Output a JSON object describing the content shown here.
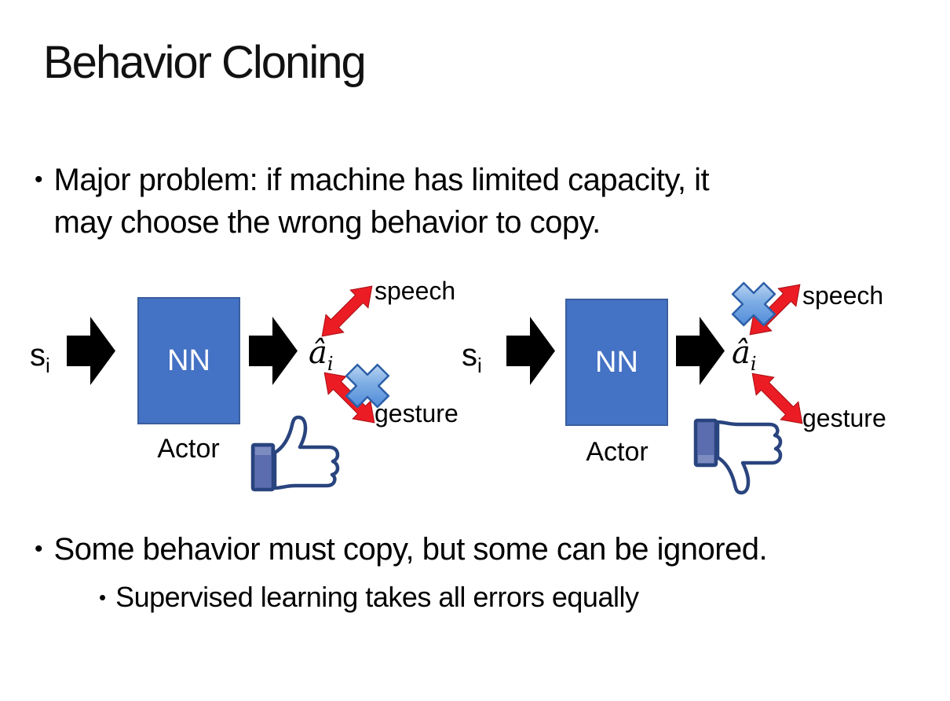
{
  "slide": {
    "title": "Behavior Cloning",
    "bullets": {
      "marker": "•",
      "main1_line1": "Major problem: if machine has limited capacity, it",
      "main1_line2": "may choose the wrong behavior to copy.",
      "main2": "Some behavior must copy, but some can be ignored.",
      "sub": "Supervised learning takes all errors equally"
    }
  },
  "diagram_left": {
    "input_base": "s",
    "input_sub": "i",
    "nn_label": "NN",
    "output_base": "â",
    "output_sub": "i",
    "actor_label": "Actor",
    "speech_label": "speech",
    "gesture_label": "gesture",
    "crossed_out": "gesture",
    "feedback_icon": "thumbs-up-icon",
    "cross_icon": "blue-cross-icon"
  },
  "diagram_right": {
    "input_base": "s",
    "input_sub": "i",
    "nn_label": "NN",
    "output_base": "â",
    "output_sub": "i",
    "actor_label": "Actor",
    "speech_label": "speech",
    "gesture_label": "gesture",
    "crossed_out": "speech",
    "feedback_icon": "thumbs-down-icon",
    "cross_icon": "blue-cross-icon"
  },
  "colors": {
    "background": "#FFFFFF",
    "text": "#000000",
    "nn_box_fill": "#4472C4",
    "nn_box_border": "#3A5F9E",
    "flow_arrow_black": "#000000",
    "relation_arrow_red": "#EC1C24",
    "relation_arrow_red_edge": "#A50F14",
    "cross_blue_light": "#D9E9FA",
    "cross_blue_dark": "#3F7ED6",
    "cross_outline": "#2C5FA8",
    "thumb_outline": "#29447E",
    "thumb_cuff_fill": "#5B6DAE",
    "thumb_hand_fill": "#FFFFFF"
  }
}
